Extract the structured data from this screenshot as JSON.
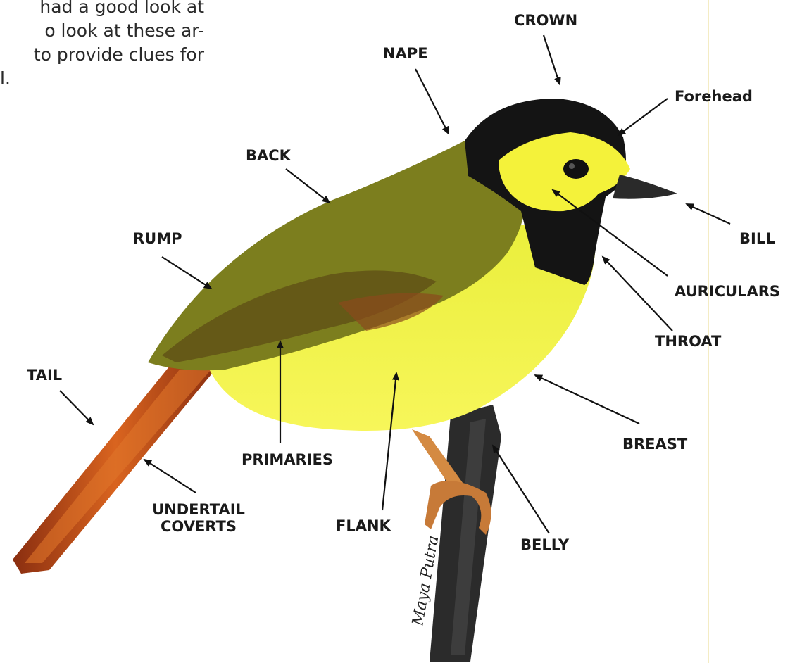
{
  "intro_lines": [
    "had a good look at",
    "o look at these ar-",
    "to provide clues for",
    "l."
  ],
  "labels": {
    "crown": "CROWN",
    "nape": "NAPE",
    "forehead": "Forehead",
    "back": "BACK",
    "rump": "RUMP",
    "bill": "BILL",
    "auriculars": "AURICULARS",
    "throat": "THROAT",
    "tail": "TAIL",
    "primaries": "PRIMARIES",
    "breast": "BREAST",
    "undertail_line1": "UNDERTAIL",
    "undertail_line2": "COVERTS",
    "flank": "FLANK",
    "belly": "BELLY"
  },
  "signature": "Maya Putra",
  "colors": {
    "bird_yellow": "#f2f23a",
    "bird_olive": "#7a7d1a",
    "bird_black": "#151515",
    "tail_orange": "#c8531b",
    "branch": "#2a2a2a"
  }
}
